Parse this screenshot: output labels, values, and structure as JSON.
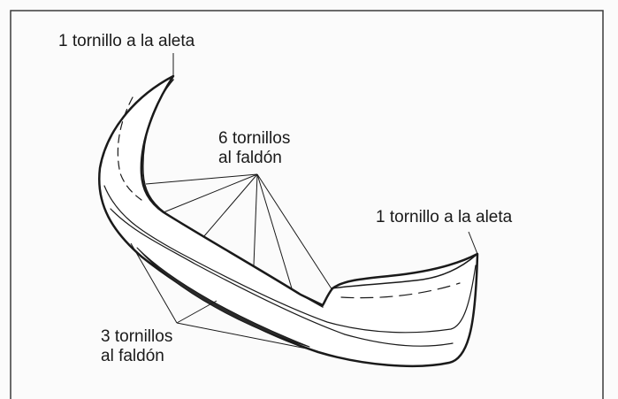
{
  "labels": {
    "top_left": "1 tornillo a la aleta",
    "six_line1": "6 tornillos",
    "six_line2": "al faldón",
    "right": "1 tornillo a la aleta",
    "three_line1": "3 tornillos",
    "three_line2": "al faldón"
  },
  "colors": {
    "line": "#1a1a1a",
    "border": "#3a3a3a",
    "background": "#fbfbfb"
  }
}
